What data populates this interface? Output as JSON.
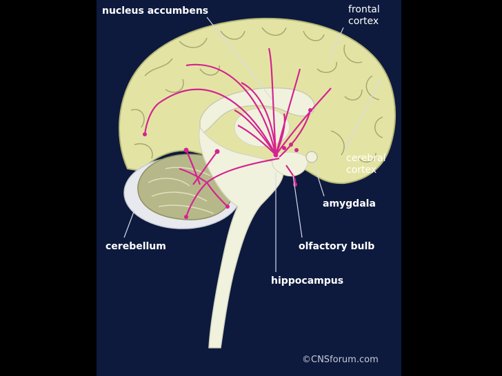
{
  "labels": {
    "nucleus_accumbens": "nucleus accumbens",
    "frontal_cortex_line1": "frontal",
    "frontal_cortex_line2": "cortex",
    "cerebral_cortex_line1": "cerebral",
    "cerebral_cortex_line2": "cortex",
    "amygdala": "amygdala",
    "cerebellum": "cerebellum",
    "olfactory_bulb": "olfactory bulb",
    "hippocampus": "hippocampus"
  },
  "credit": "©CNSforum.com",
  "colors": {
    "background": "#0d1a3e",
    "cortex": "#e3e4a4",
    "cortex_outline": "#b7b878",
    "brainstem": "#f1f2de",
    "cerebellum_outer": "#e7e9ee",
    "cerebellum_inner": "#b7b88a",
    "pathway": "#d4238f",
    "label_text": "#ffffff"
  }
}
